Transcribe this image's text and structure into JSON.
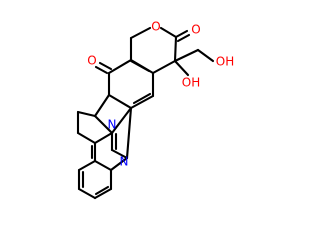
{
  "molecule": {
    "colors": {
      "bond": "#000000",
      "oxygen": "#ff0000",
      "nitrogen": "#0000ff",
      "background": "#ffffff"
    },
    "labels": {
      "carbonyl_o1": "O",
      "ring_o": "O",
      "carbonyl_o2": "O",
      "hydroxyl_1": "OH",
      "hydroxyl_2": "OH",
      "nitrogen_1": "N",
      "nitrogen_2": "N"
    }
  }
}
